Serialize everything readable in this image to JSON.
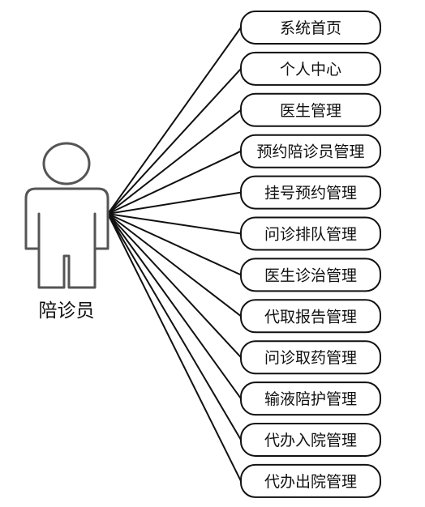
{
  "actor": {
    "label": "陪诊员",
    "icon": "person-icon"
  },
  "functions": [
    "系统首页",
    "个人中心",
    "医生管理",
    "预约陪诊员管理",
    "挂号预约管理",
    "问诊排队管理",
    "医生诊治管理",
    "代取报告管理",
    "问诊取药管理",
    "输液陪护管理",
    "代办入院管理",
    "代办出院管理"
  ],
  "colors": {
    "stroke": "#111111",
    "actor_stroke": "#555555",
    "background": "#ffffff"
  }
}
